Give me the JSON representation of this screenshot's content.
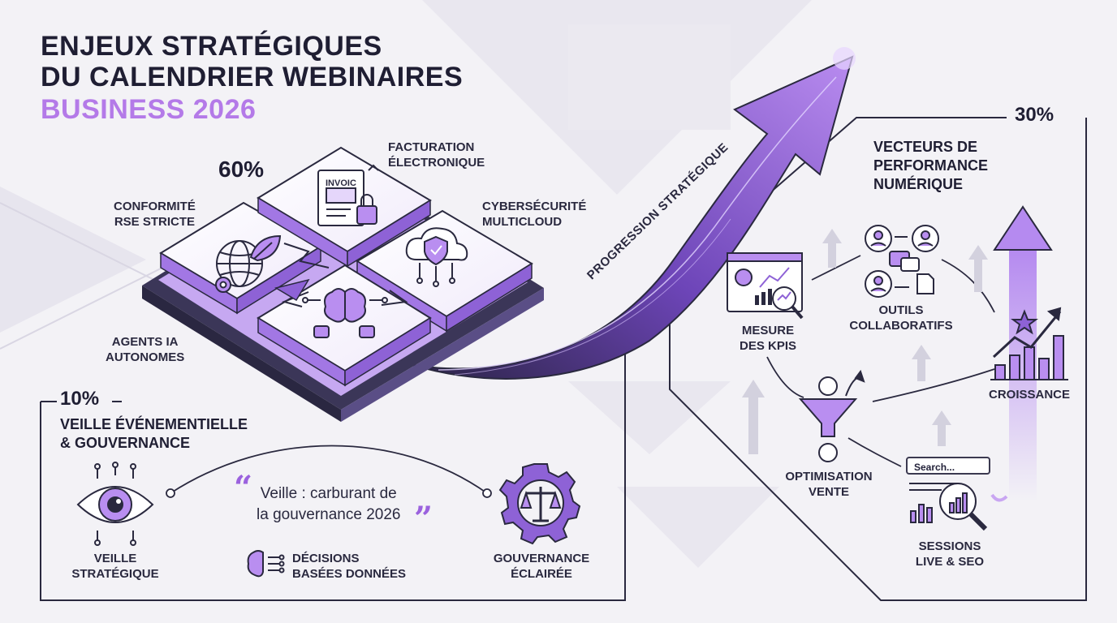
{
  "title": {
    "line1": "ENJEUX STRATÉGIQUES",
    "line2": "DU CALENDRIER WEBINAIRES",
    "line3": "BUSINESS 2026"
  },
  "central_block": {
    "percent": "60%",
    "labels": {
      "facturation": [
        "FACTURATION",
        "ÉLECTRONIQUE"
      ],
      "conformite": [
        "CONFORMITÉ",
        "RSE STRICTE"
      ],
      "cyber": [
        "CYBERSÉCURITÉ",
        "MULTICLOUD"
      ],
      "agents": [
        "AGENTS IA",
        "AUTONOMES"
      ]
    },
    "invoice_text": "INVOIC"
  },
  "arrow": {
    "label": "PROGRESSION STRATÉGIQUE"
  },
  "veille_section": {
    "percent": "10%",
    "heading": [
      "VEILLE ÉVÉNEMENTIELLE",
      "& GOUVERNANCE"
    ],
    "quote": [
      "Veille : carburant de",
      "la gouvernance 2026"
    ],
    "items": {
      "veille": [
        "VEILLE",
        "STRATÉGIQUE"
      ],
      "decisions": [
        "DÉCISIONS",
        "BASÉES DONNÉES"
      ],
      "gouvernance": [
        "GOUVERNANCE",
        "ÉCLAIRÉE"
      ]
    }
  },
  "performance_section": {
    "percent": "30%",
    "heading": [
      "VECTEURS DE",
      "PERFORMANCE",
      "NUMÉRIQUE"
    ],
    "items": {
      "kpis": [
        "MESURE",
        "DES KPIs"
      ],
      "outils": [
        "OUTILS",
        "COLLABORATIFS"
      ],
      "croissance": [
        "CROISSANCE"
      ],
      "optimisation": [
        "OPTIMISATION",
        "VENTE"
      ],
      "sessions": [
        "SESSIONS",
        "LIVE & SEO"
      ]
    },
    "search_placeholder": "Search..."
  },
  "colors": {
    "accent": "#9b62de",
    "accent_light": "#c9a6f2",
    "dark": "#2a293f",
    "background": "#f3f2f6"
  }
}
